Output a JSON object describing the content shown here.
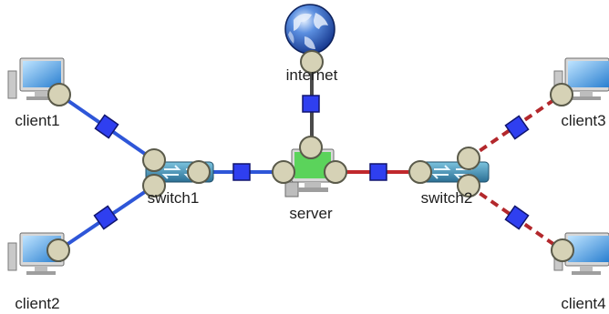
{
  "nodes": {
    "internet": {
      "label": "internet",
      "icon": "globe-icon"
    },
    "client1": {
      "label": "client1",
      "icon": "desktop-computer-icon"
    },
    "client2": {
      "label": "client2",
      "icon": "desktop-computer-icon"
    },
    "client3": {
      "label": "client3",
      "icon": "desktop-computer-icon"
    },
    "client4": {
      "label": "client4",
      "icon": "desktop-computer-icon"
    },
    "switch1": {
      "label": "switch1",
      "icon": "network-switch-icon"
    },
    "switch2": {
      "label": "switch2",
      "icon": "network-switch-icon"
    },
    "server": {
      "label": "server",
      "icon": "server-icon"
    }
  },
  "links": [
    {
      "from": "client1",
      "to": "switch1",
      "style": "solid",
      "color": "#2e56d8"
    },
    {
      "from": "client2",
      "to": "switch1",
      "style": "solid",
      "color": "#2e56d8"
    },
    {
      "from": "switch1",
      "to": "server",
      "style": "solid",
      "color": "#2e56d8"
    },
    {
      "from": "internet",
      "to": "server",
      "style": "solid",
      "color": "#4a4a4a"
    },
    {
      "from": "server",
      "to": "switch2",
      "style": "solid",
      "color": "#c0282c"
    },
    {
      "from": "switch2",
      "to": "client3",
      "style": "dashed",
      "color": "#b3282c"
    },
    {
      "from": "switch2",
      "to": "client4",
      "style": "dashed",
      "color": "#b3282c"
    }
  ],
  "colors": {
    "port_fill": "#d6d2b6",
    "port_stroke": "#5a5a4a",
    "link_marker_fill": "#2f3ff0",
    "link_marker_stroke": "#10156e",
    "server_accent": "#5bd35b",
    "switch_body": "#3f93b8"
  }
}
